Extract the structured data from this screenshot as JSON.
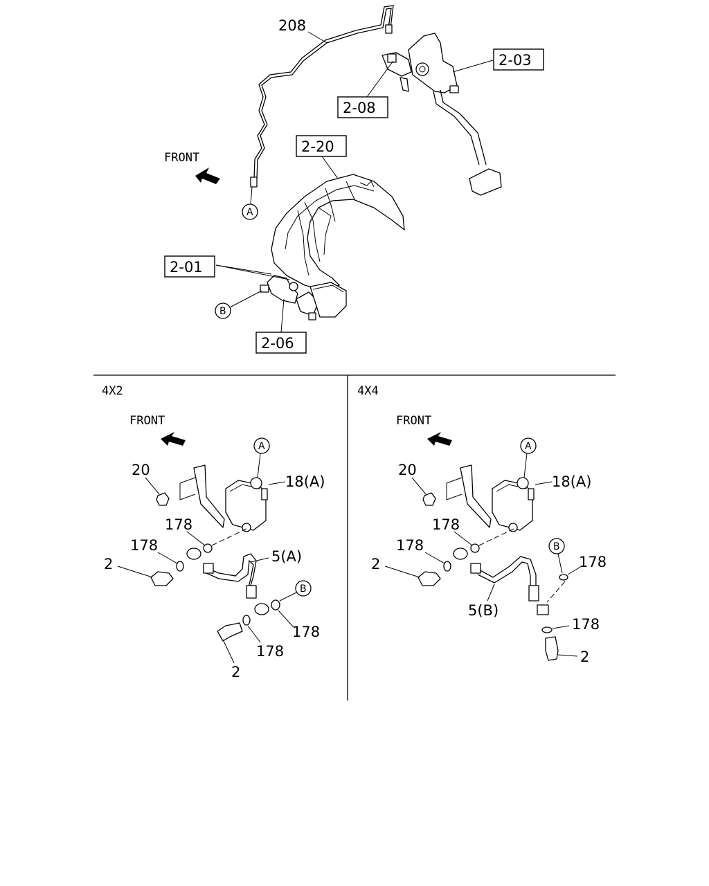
{
  "labels": {
    "tube": "208",
    "ref_2_03": "2-03",
    "ref_2_08": "2-08",
    "ref_2_20": "2-20",
    "ref_2_01": "2-01",
    "ref_2_06": "2-06",
    "front_top": "FRONT",
    "marker_a": "A",
    "marker_b": "B"
  },
  "panels": [
    {
      "title": "4X2",
      "front": "FRONT",
      "marker_a": "A",
      "marker_b": "B",
      "parts": {
        "nut": "20",
        "reservoir": "18(A)",
        "washer_1": "178",
        "washer_2": "178",
        "washer_3": "178",
        "washer_4": "178",
        "bolt_1": "2",
        "bolt_2": "2",
        "hose": "5(A)"
      }
    },
    {
      "title": "4X4",
      "front": "FRONT",
      "marker_a": "A",
      "marker_b": "B",
      "parts": {
        "nut": "20",
        "reservoir": "18(A)",
        "washer_1": "178",
        "washer_2": "178",
        "washer_3": "178",
        "washer_4": "178",
        "bolt_1": "2",
        "bolt_2": "2",
        "hose": "5(B)"
      }
    }
  ]
}
